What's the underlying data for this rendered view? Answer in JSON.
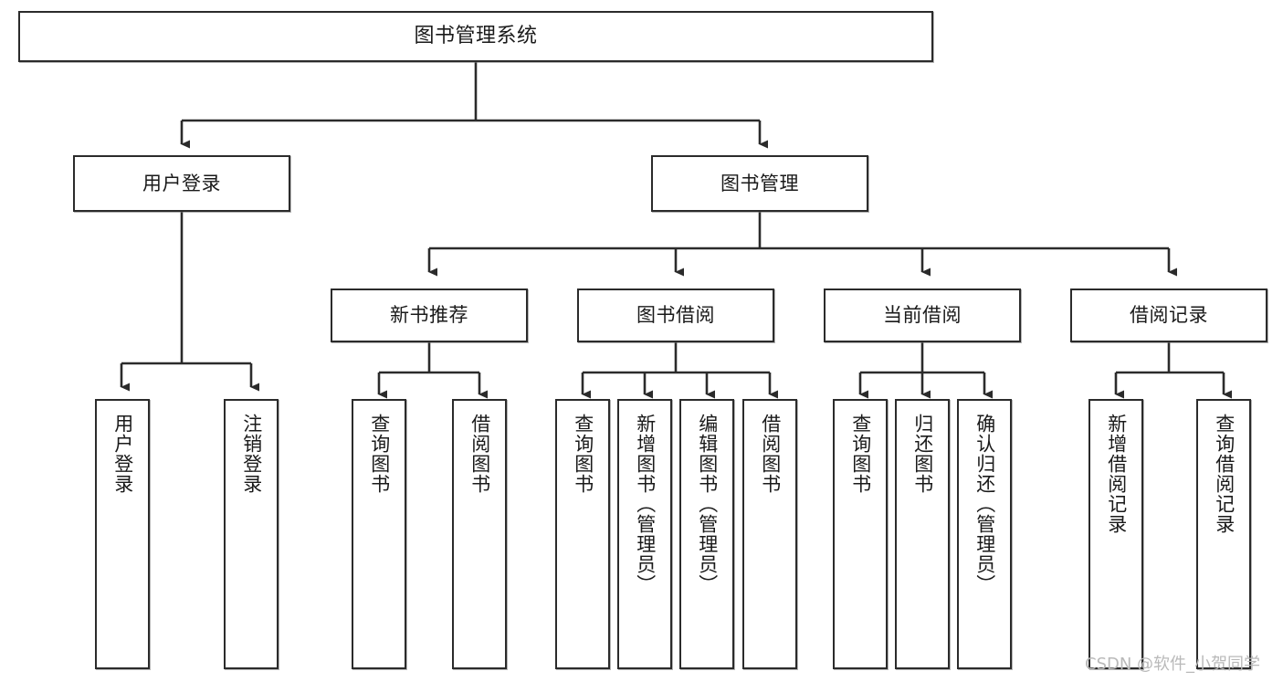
{
  "diagram": {
    "title": "图书管理系统",
    "type": "tree-hierarchy-chart",
    "watermark": "CSDN @软件_小贺同学",
    "colors": {
      "border": "#2b2b2b",
      "fill": "#ffffff",
      "text": "#1a1a1a",
      "edge": "#2b2b2b",
      "watermark": "#b9b9b9"
    },
    "nodes": {
      "root": {
        "label": "图书管理系统"
      },
      "level2": [
        {
          "label": "用户登录"
        },
        {
          "label": "图书管理"
        }
      ],
      "level3": [
        {
          "label": "新书推荐"
        },
        {
          "label": "图书借阅"
        },
        {
          "label": "当前借阅"
        },
        {
          "label": "借阅记录"
        }
      ],
      "leaves": {
        "user_login": [
          {
            "label": "用户登录"
          },
          {
            "label": "注销登录"
          }
        ],
        "new_book_recommend": [
          {
            "label": "查询图书"
          },
          {
            "label": "借阅图书"
          }
        ],
        "book_borrow": [
          {
            "label": "查询图书"
          },
          {
            "label": "新增图书（管理员）"
          },
          {
            "label": "编辑图书（管理员）"
          },
          {
            "label": "借阅图书"
          }
        ],
        "current_borrow": [
          {
            "label": "查询图书"
          },
          {
            "label": "归还图书"
          },
          {
            "label": "确认归还（管理员）"
          }
        ],
        "borrow_record": [
          {
            "label": "新增借阅记录"
          },
          {
            "label": "查询借阅记录"
          }
        ]
      }
    }
  }
}
